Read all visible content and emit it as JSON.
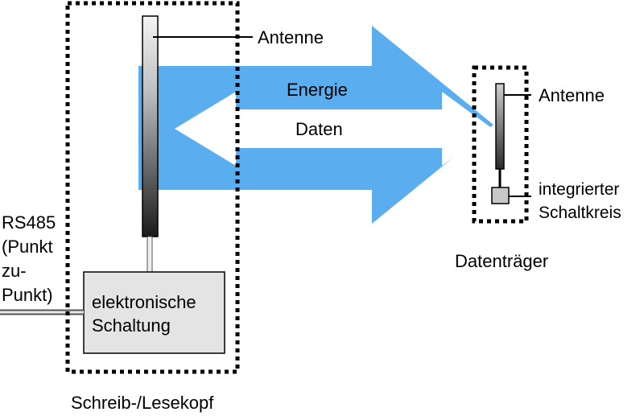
{
  "labels": {
    "antenna_reader": "Antenne",
    "energy": "Energie",
    "data": "Daten",
    "antenna_tag": "Antenne",
    "ic_line1": "integrierter",
    "ic_line2": "Schaltkreis",
    "tag_caption": "Datenträger",
    "rs485_lines": [
      "RS485",
      "(Punkt",
      "zu-",
      "Punkt)"
    ],
    "circuit_line1": "elektronische",
    "circuit_line2": "Schaltung",
    "reader_caption": "Schreib-/Lesekopf"
  },
  "colors": {
    "arrow_blue": "#5aaef0",
    "circuit_fill": "#e4e4e4",
    "ic_fill": "#c8c8c8",
    "outline": "#000000"
  }
}
